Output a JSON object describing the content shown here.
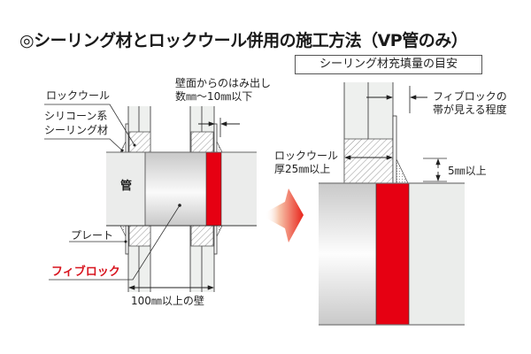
{
  "title": "◎シーリング材とロックウール併用の施工方法（VP管のみ）",
  "subtitle_box": "シーリング材充填量の目安",
  "left_diagram": {
    "labels": {
      "rockwool": "ロックウール",
      "sealant_line1": "シリコーン系",
      "sealant_line2": "シーリング材",
      "protrusion_line1": "壁面からのはみ出し",
      "protrusion_line2": "数㎜〜10㎜以下",
      "pipe": "管",
      "plate": "プレート",
      "fiblock": "フィブロック",
      "wall_width": "100㎜以上の壁"
    }
  },
  "right_diagram": {
    "labels": {
      "fiblock_band_line1": "フィブロックの",
      "fiblock_band_line2": "帯が見える程度",
      "rockwool_thickness_line1": "ロックウール",
      "rockwool_thickness_line2": "厚25㎜以上",
      "sealant_height": "5㎜以上"
    }
  },
  "colors": {
    "fiblock_red": "#e60012",
    "wall_fill": "#eef0ee",
    "pipe_fill": "#ebeceb",
    "arrow_gradient_start": "#fbe1d3",
    "arrow_gradient_end": "#e8231a",
    "line": "#333333"
  }
}
